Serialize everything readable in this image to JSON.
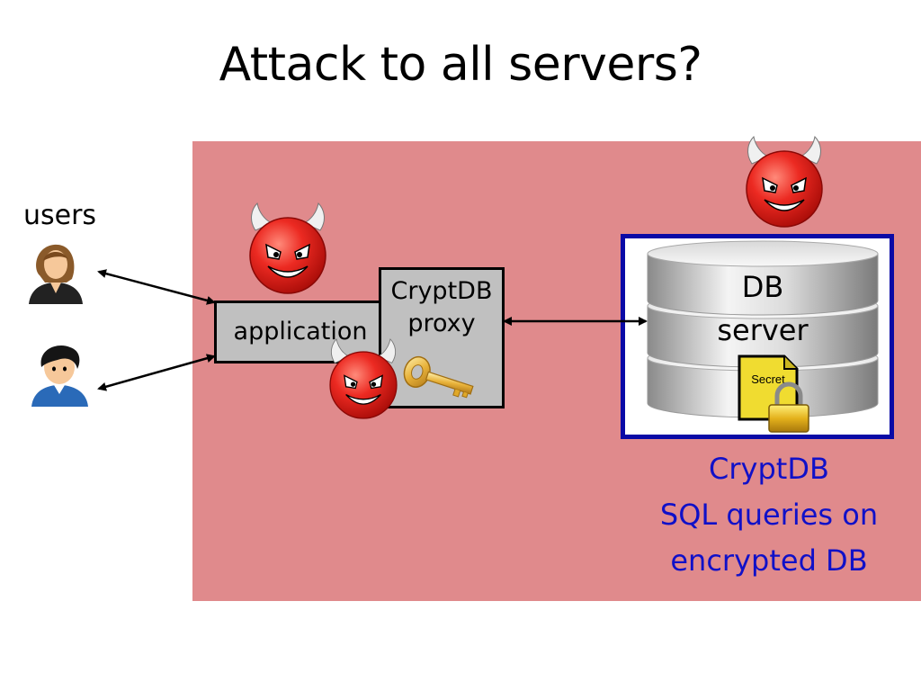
{
  "title": "Attack to all servers?",
  "users_label": "users",
  "application_label": "application",
  "proxy": {
    "line1": "CryptDB",
    "line2": "proxy"
  },
  "db": {
    "line1": "DB",
    "line2": "server",
    "secret_label": "Secret"
  },
  "caption": {
    "line1": "CryptDB",
    "line2": "SQL queries on",
    "line3": "encrypted DB"
  },
  "colors": {
    "attack_zone": "#e08a8c",
    "frame_blue": "#0a0aa6",
    "caption_blue": "#1010c8",
    "devil_red": "#e8221d",
    "box_gray": "#c0c0c0",
    "key_gold": "#e0a828"
  },
  "icons": [
    "woman-user-icon",
    "man-user-icon",
    "devil-icon",
    "key-icon",
    "database-icon",
    "secret-document-icon",
    "padlock-icon"
  ]
}
